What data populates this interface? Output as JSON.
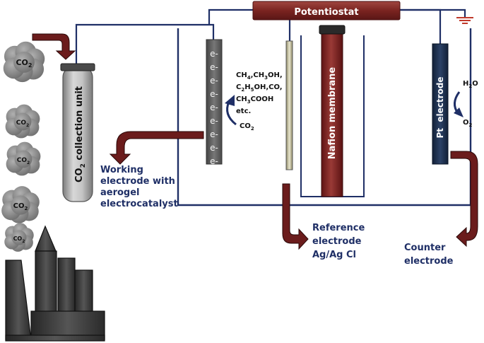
{
  "potentiostat": {
    "label": "Potentiostat"
  },
  "co2_clouds": [
    {
      "text": "CO",
      "sub": "2"
    },
    {
      "text": "CO",
      "sub": "2"
    },
    {
      "text": "CO",
      "sub": "2"
    },
    {
      "text": "CO",
      "sub": "2"
    },
    {
      "text": "CO",
      "sub": "2"
    }
  ],
  "collection_unit": {
    "text": "CO",
    "sub": "2",
    "rest": " collection unit"
  },
  "working_electrode": {
    "electron_symbol": "e-",
    "electron_count": 9,
    "caption": [
      "Working",
      "electrode with",
      "aerogel",
      "electrocatalyst"
    ]
  },
  "products": {
    "lines": [
      [
        {
          "t": "CH"
        },
        {
          "t": "4",
          "sub": true
        },
        {
          "t": ",CH"
        },
        {
          "t": "3",
          "sub": true
        },
        {
          "t": "OH,"
        }
      ],
      [
        {
          "t": "C"
        },
        {
          "t": "2",
          "sub": true
        },
        {
          "t": "H"
        },
        {
          "t": "5",
          "sub": true
        },
        {
          "t": "OH,CO,"
        }
      ],
      [
        {
          "t": "CH"
        },
        {
          "t": "3",
          "sub": true
        },
        {
          "t": "COOH"
        }
      ],
      [
        {
          "t": "etc."
        }
      ]
    ],
    "reactant": [
      {
        "t": "CO"
      },
      {
        "t": "2",
        "sub": true
      }
    ]
  },
  "reference_electrode": {
    "caption": [
      "Reference",
      "electrode",
      "Ag/Ag Cl"
    ]
  },
  "membrane": {
    "label": "Nafion membrane"
  },
  "counter_electrode": {
    "label": "Pt  electrode",
    "input": [
      {
        "t": "H"
      },
      {
        "t": "2",
        "sub": true
      },
      {
        "t": "O"
      }
    ],
    "output": [
      {
        "t": "O"
      },
      {
        "t": "2",
        "sub": true
      }
    ],
    "caption": [
      "Counter",
      "electrode"
    ]
  },
  "colors": {
    "wire": "#1f2f66",
    "caption": "#1f2f66",
    "maroon": "#7a1f1f",
    "electrode_gray": "#666666",
    "pt_electrode": "#1b2d4f",
    "cloud": "#8a8a8a",
    "factory": "#3a3a3a"
  }
}
